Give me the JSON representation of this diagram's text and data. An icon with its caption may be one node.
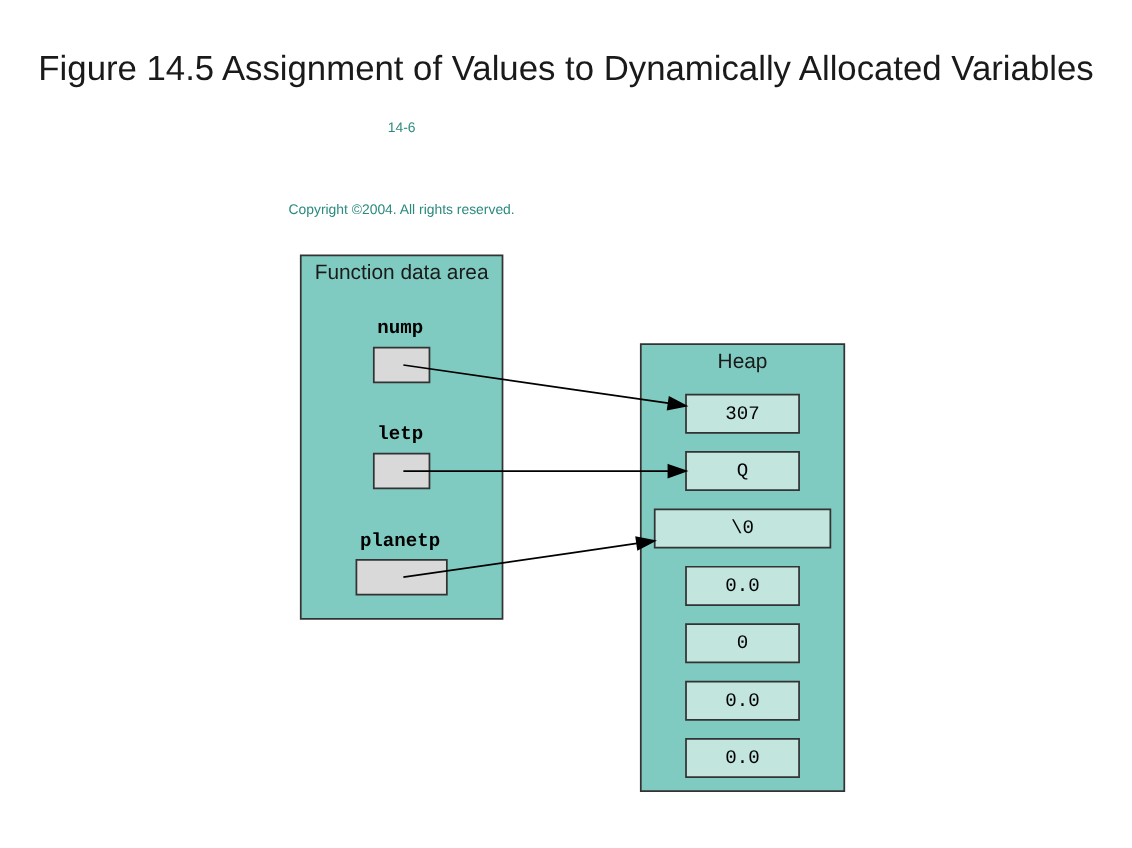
{
  "diagram": {
    "title": "Figure 14.5 Assignment of Values to Dynamically Allocated Variables",
    "nodes": [
      {
        "text": [
          "Function data area"
        ]
      },
      {
        "text": [
          "nump"
        ],
        "in": 0
      },
      {
        "text": [
          "letp"
        ],
        "in": 0
      },
      {
        "text": [
          "planetp"
        ],
        "in": 0
      },
      {
        "text": [
          "Heap"
        ]
      },
      {
        "text": [
          "307"
        ],
        "in": 4
      },
      {
        "text": [
          "Q"
        ],
        "in": 4
      },
      {
        "text": [
          "\\0"
        ],
        "in": 4
      },
      {
        "text": [
          "0.0"
        ],
        "in": 4
      },
      {
        "text": [
          "0"
        ],
        "in": 4
      },
      {
        "text": [
          "0.0"
        ],
        "in": 4
      },
      {
        "text": [
          "0.0"
        ],
        "in": 4
      }
    ],
    "edges": [
      {
        "from": 1,
        "to": 5,
        "arrow": "to"
      },
      {
        "from": 2,
        "to": 6,
        "arrow": "to"
      },
      {
        "from": 3,
        "to": 7,
        "arrow": "to"
      }
    ],
    "labels": [
      "Copyright ©2004. All rights reserved.",
      "14-6"
    ]
  }
}
